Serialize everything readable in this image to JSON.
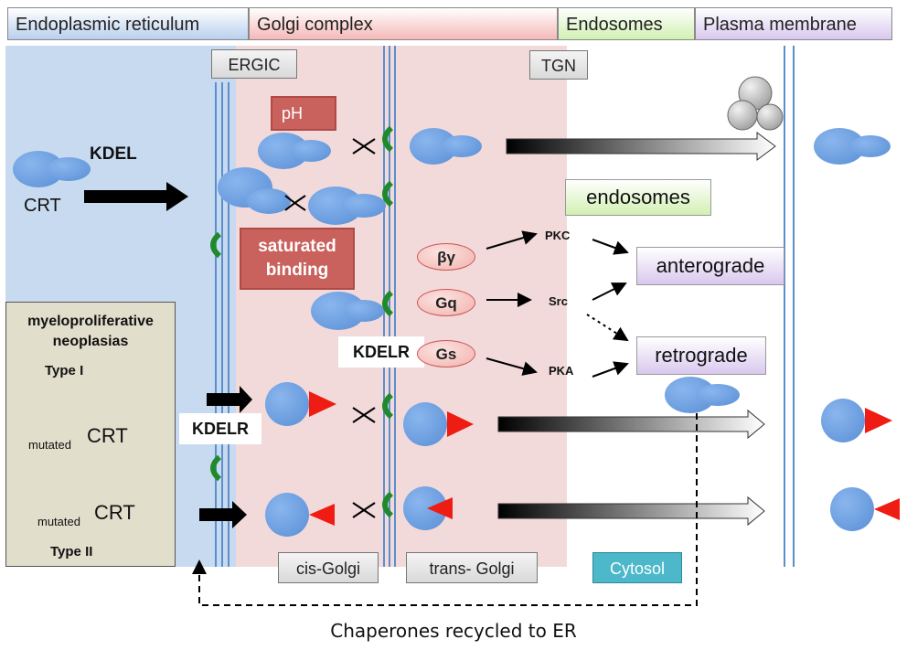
{
  "headers": {
    "er": "Endoplasmic reticulum",
    "golgi": "Golgi complex",
    "endosomes": "Endosomes",
    "plasma": "Plasma membrane"
  },
  "labels": {
    "ergic": "ERGIC",
    "tgn": "TGN",
    "ph": "pH",
    "kdel": "KDEL",
    "crt": "CRT",
    "saturated_binding": "saturated binding",
    "kdelr_1": "KDELR",
    "kdelr_2": "KDELR",
    "endosomes_box": "endosomes",
    "anterograde": "anterograde",
    "retrograde": "retrograde",
    "cis_golgi": "cis-Golgi",
    "trans_golgi": "trans- Golgi",
    "cytosol": "Cytosol",
    "recycled": "Chaperones recycled to ER"
  },
  "signaling": {
    "g_proteins": [
      "βγ",
      "Gq",
      "Gs"
    ],
    "kinases": [
      "PKC",
      "Src",
      "PKA"
    ]
  },
  "mpn": {
    "title": "myeloproliferative neoplasias",
    "type1": "Type I",
    "type2": "Type II",
    "mutated": "mutated",
    "crt": "CRT"
  },
  "colors": {
    "er_bg": "#c7daf0",
    "golgi_bg": "#f3dada",
    "membrane": "#5b8fcc",
    "crt_blue": "#6fa0e0",
    "receptor_green": "#1f8a2a",
    "mutant_red": "#ee1c12",
    "cytosol_teal": "#4cb8c9"
  }
}
